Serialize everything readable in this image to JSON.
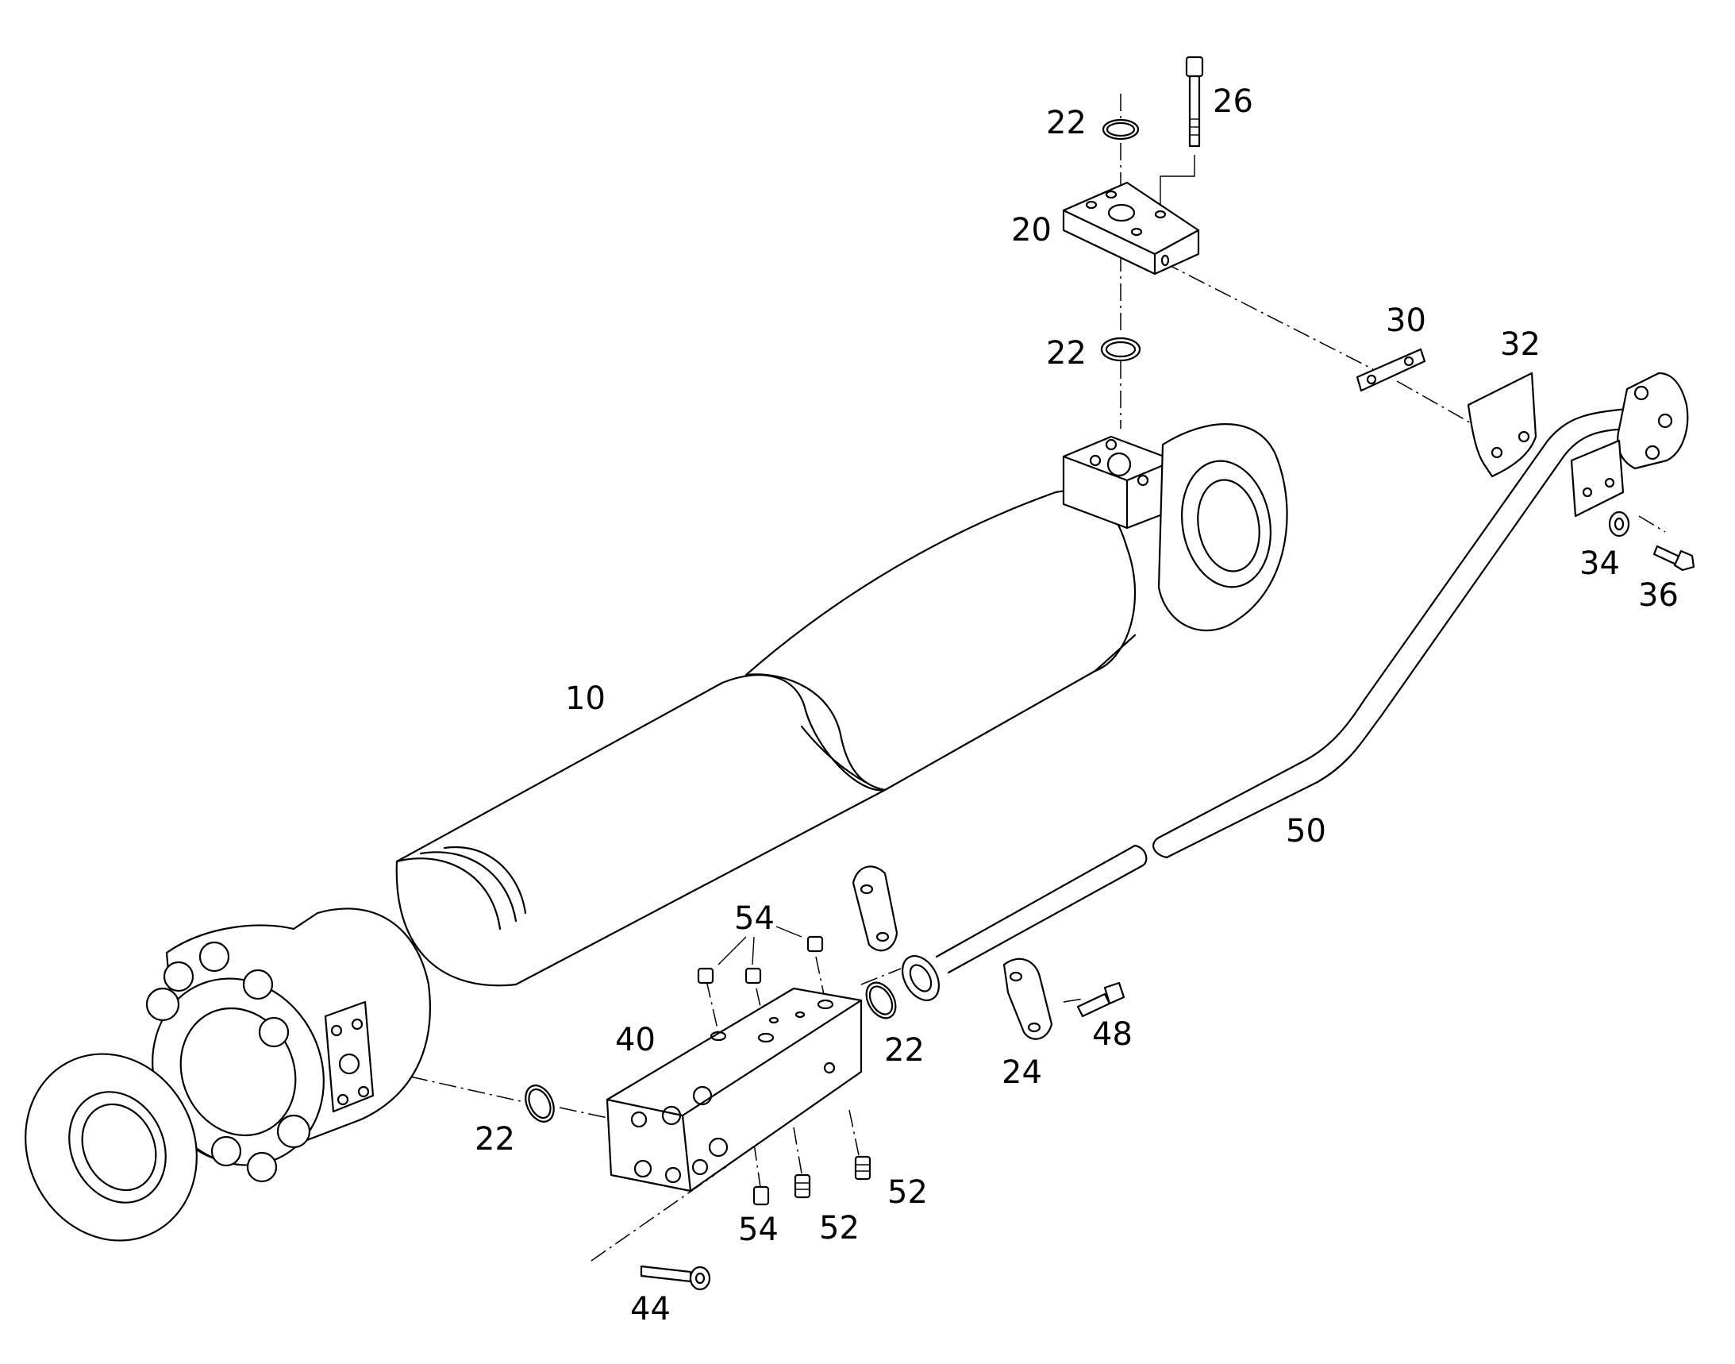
{
  "callouts": {
    "c10": "10",
    "c20": "20",
    "c22a": "22",
    "c22b": "22",
    "c22c": "22",
    "c22d": "22",
    "c24": "24",
    "c26": "26",
    "c30": "30",
    "c32": "32",
    "c34": "34",
    "c36": "36",
    "c40": "40",
    "c44": "44",
    "c48": "48",
    "c50": "50",
    "c52a": "52",
    "c52b": "52",
    "c54a": "54",
    "c54b": "54"
  }
}
